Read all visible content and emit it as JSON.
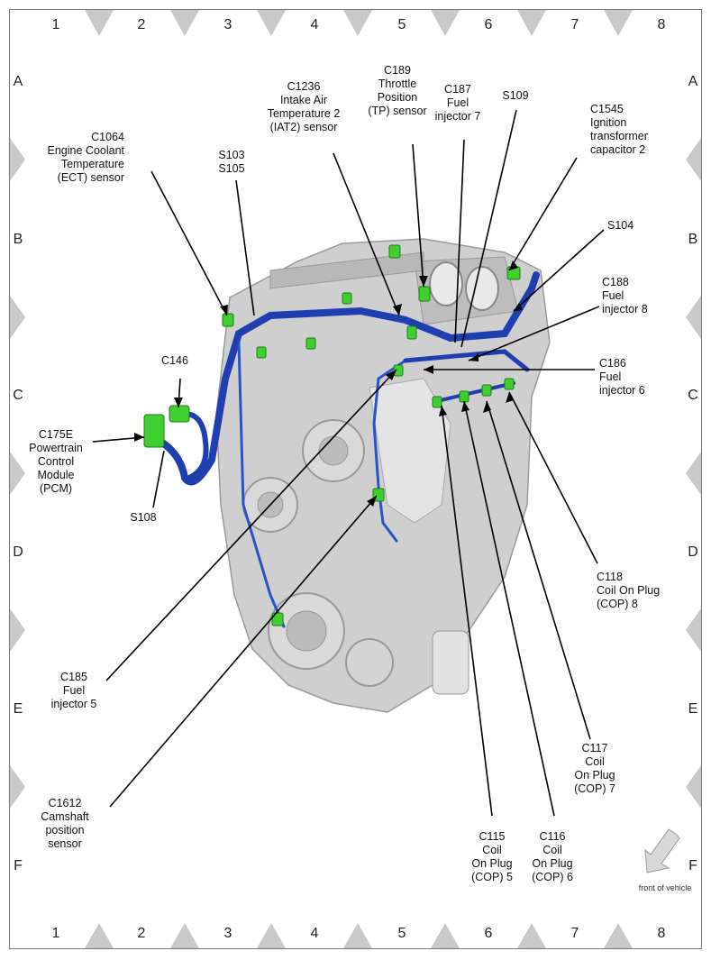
{
  "grid": {
    "columns": [
      "1",
      "2",
      "3",
      "4",
      "5",
      "6",
      "7",
      "8"
    ],
    "rows": [
      "A",
      "B",
      "C",
      "D",
      "E",
      "F"
    ]
  },
  "callouts": [
    {
      "id": "c1064",
      "lines": [
        "C1064",
        "Engine Coolant",
        "Temperature",
        "(ECT) sensor"
      ]
    },
    {
      "id": "s103",
      "lines": [
        "S103",
        "S105"
      ]
    },
    {
      "id": "c1236",
      "lines": [
        "C1236",
        "Intake Air",
        "Temperature 2",
        "(IAT2) sensor"
      ]
    },
    {
      "id": "c189",
      "lines": [
        "C189",
        "Throttle",
        "Position",
        "(TP) sensor"
      ]
    },
    {
      "id": "c187",
      "lines": [
        "C187",
        "Fuel",
        "injector 7"
      ]
    },
    {
      "id": "s109",
      "lines": [
        "S109"
      ]
    },
    {
      "id": "c1545",
      "lines": [
        "C1545",
        "Ignition",
        "transformer",
        "capacitor 2"
      ]
    },
    {
      "id": "s104",
      "lines": [
        "S104"
      ]
    },
    {
      "id": "c188",
      "lines": [
        "C188",
        "Fuel",
        "injector 8"
      ]
    },
    {
      "id": "c186",
      "lines": [
        "C186",
        "Fuel",
        "injector 6"
      ]
    },
    {
      "id": "c146",
      "lines": [
        "C146"
      ]
    },
    {
      "id": "c175e",
      "lines": [
        "C175E",
        "Powertrain",
        "Control",
        "Module",
        "(PCM)"
      ]
    },
    {
      "id": "s108",
      "lines": [
        "S108"
      ]
    },
    {
      "id": "c118",
      "lines": [
        "C118",
        "Coil On Plug",
        "(COP) 8"
      ]
    },
    {
      "id": "c185",
      "lines": [
        "C185",
        "Fuel",
        "injector 5"
      ]
    },
    {
      "id": "c117",
      "lines": [
        "C117",
        "Coil",
        "On Plug",
        "(COP) 7"
      ]
    },
    {
      "id": "c1612",
      "lines": [
        "C1612",
        "Camshaft",
        "position",
        "sensor"
      ]
    },
    {
      "id": "c115",
      "lines": [
        "C115",
        "Coil",
        "On Plug",
        "(COP) 5"
      ]
    },
    {
      "id": "c116",
      "lines": [
        "C116",
        "Coil",
        "On Plug",
        "(COP) 6"
      ]
    }
  ],
  "front_of_vehicle": "front of vehicle",
  "colors": {
    "harness": "#1f3fb0",
    "connector": "#3fcf2f",
    "engine": "#c8c8c8",
    "marker": "#c9c9c9"
  }
}
